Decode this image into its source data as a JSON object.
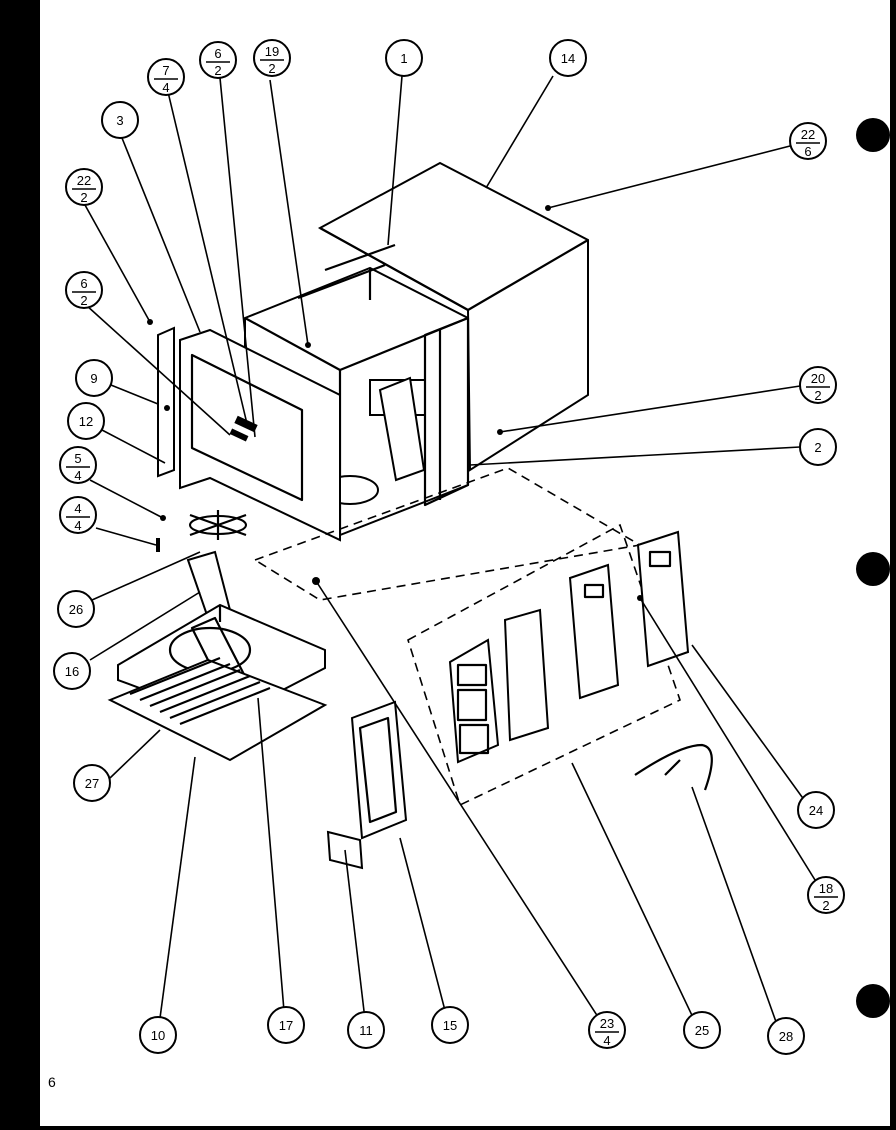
{
  "page_number": "6",
  "callouts": [
    {
      "id": "c-1",
      "label": "1"
    },
    {
      "id": "c-14",
      "label": "14"
    },
    {
      "id": "c-22-6",
      "label": "22",
      "sub": "6"
    },
    {
      "id": "c-19-2",
      "label": "19",
      "sub": "2"
    },
    {
      "id": "c-6-2a",
      "label": "6",
      "sub": "2"
    },
    {
      "id": "c-7-4",
      "label": "7",
      "sub": "4"
    },
    {
      "id": "c-3",
      "label": "3"
    },
    {
      "id": "c-22-2",
      "label": "22",
      "sub": "2"
    },
    {
      "id": "c-6-2b",
      "label": "6",
      "sub": "2"
    },
    {
      "id": "c-9",
      "label": "9"
    },
    {
      "id": "c-12",
      "label": "12"
    },
    {
      "id": "c-5-4",
      "label": "5",
      "sub": "4"
    },
    {
      "id": "c-4-4",
      "label": "4",
      "sub": "4"
    },
    {
      "id": "c-26",
      "label": "26"
    },
    {
      "id": "c-16",
      "label": "16"
    },
    {
      "id": "c-27",
      "label": "27"
    },
    {
      "id": "c-20-2",
      "label": "20",
      "sub": "2"
    },
    {
      "id": "c-2",
      "label": "2"
    },
    {
      "id": "c-24",
      "label": "24"
    },
    {
      "id": "c-18-2",
      "label": "18",
      "sub": "2"
    },
    {
      "id": "c-10",
      "label": "10"
    },
    {
      "id": "c-17",
      "label": "17"
    },
    {
      "id": "c-11",
      "label": "11"
    },
    {
      "id": "c-15",
      "label": "15"
    },
    {
      "id": "c-23-4",
      "label": "23",
      "sub": "4"
    },
    {
      "id": "c-25",
      "label": "25"
    },
    {
      "id": "c-28",
      "label": "28"
    }
  ]
}
